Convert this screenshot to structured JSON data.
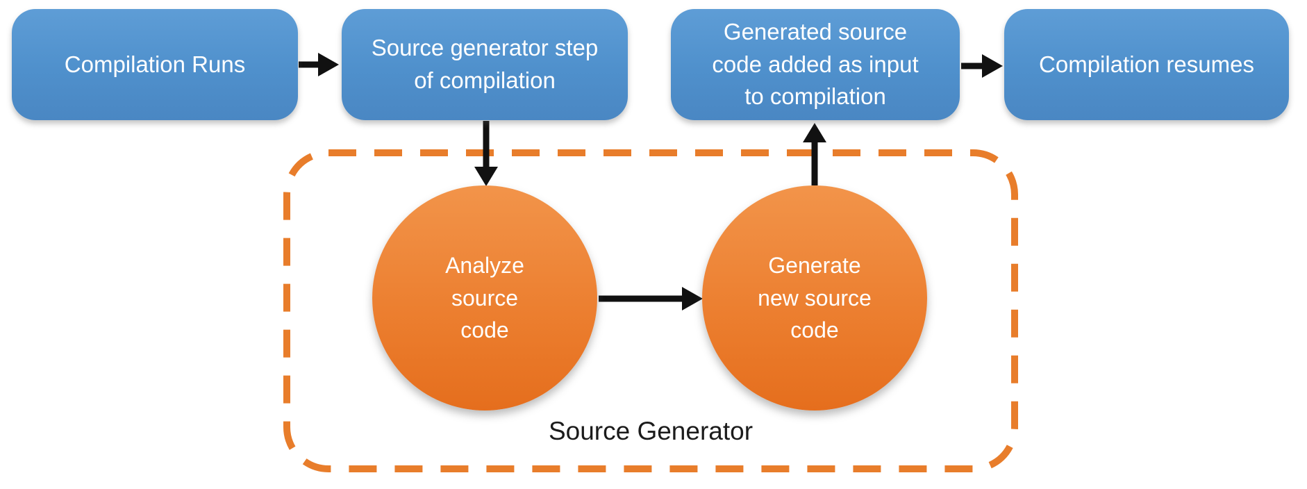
{
  "diagram": {
    "type": "flowchart",
    "colors": {
      "box_fill_top": "#5e9dd6",
      "box_fill_bottom": "#4a87c3",
      "circle_fill_top": "#f2944a",
      "circle_fill_bottom": "#e56e1d",
      "dashed_border": "#e87d2b",
      "arrow": "#111111",
      "node_text": "#ffffff",
      "label_text": "#1b1b1b",
      "background": "#ffffff"
    },
    "boxes": [
      {
        "id": "compilation-runs",
        "label": "Compilation Runs"
      },
      {
        "id": "source-generator-step",
        "label": "Source generator step\nof compilation"
      },
      {
        "id": "generated-source-added",
        "label": "Generated source\ncode added as input\nto compilation"
      },
      {
        "id": "compilation-resumes",
        "label": "Compilation resumes"
      }
    ],
    "circles": [
      {
        "id": "analyze-source",
        "label": "Analyze\nsource\ncode"
      },
      {
        "id": "generate-new-source",
        "label": "Generate\nnew source\ncode"
      }
    ],
    "container": {
      "id": "source-generator-group",
      "label": "Source Generator"
    },
    "edges": [
      {
        "from": "compilation-runs",
        "to": "source-generator-step"
      },
      {
        "from": "source-generator-step",
        "to": "analyze-source"
      },
      {
        "from": "analyze-source",
        "to": "generate-new-source"
      },
      {
        "from": "generate-new-source",
        "to": "generated-source-added"
      },
      {
        "from": "generated-source-added",
        "to": "compilation-resumes"
      }
    ]
  }
}
